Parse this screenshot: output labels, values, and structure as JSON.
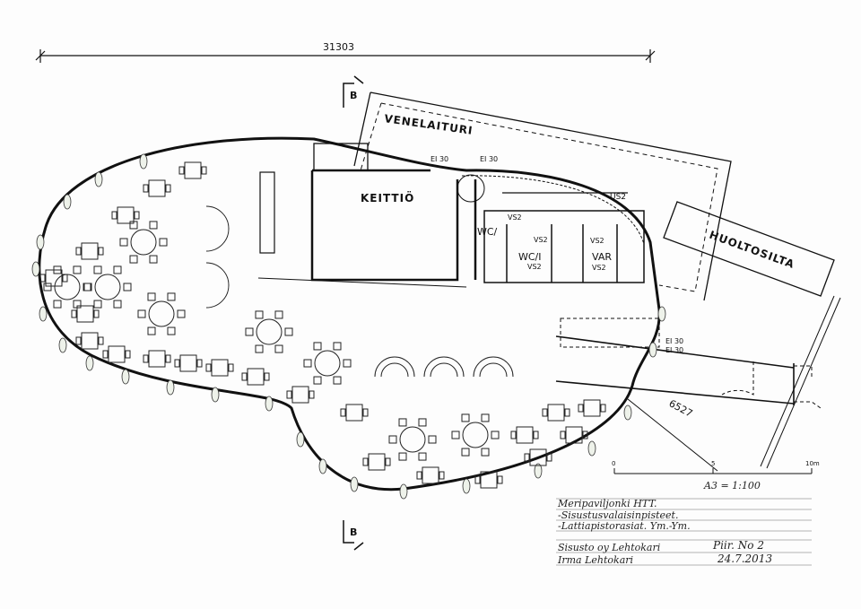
{
  "dimension_overall": "31303",
  "dimension_diagonal": "6527",
  "section_marker": "B",
  "section_marker_bottom": "B",
  "rooms": {
    "dock": "VENELAITURI",
    "service_bridge": "HUOLTOSILTA",
    "kitchen": "KEITTIÖ",
    "wc_accessible": "WC/I",
    "wc": "WC/",
    "storage": "VAR"
  },
  "fire_ratings": [
    "EI 30",
    "EI 30",
    "EI 30",
    "EI 30"
  ],
  "fixture_codes": [
    "VS2",
    "VS2",
    "VS2",
    "VS2",
    "VS2",
    "US2"
  ],
  "scale": {
    "start": "0",
    "mid": "5",
    "end": "10m",
    "label": "A3 = 1:100"
  },
  "title_block": {
    "line1": "Meripaviljonki  HTT.",
    "line2": "-Sisustusvalaisinpisteet.",
    "line3": "-Lattiapistorasiat. Ym.-Ym.",
    "company": "Sisusto oy Lehtokari",
    "designer": "Irma Lehtokari",
    "drawing_no": "Piir. No 2",
    "date": "24.7.2013"
  }
}
